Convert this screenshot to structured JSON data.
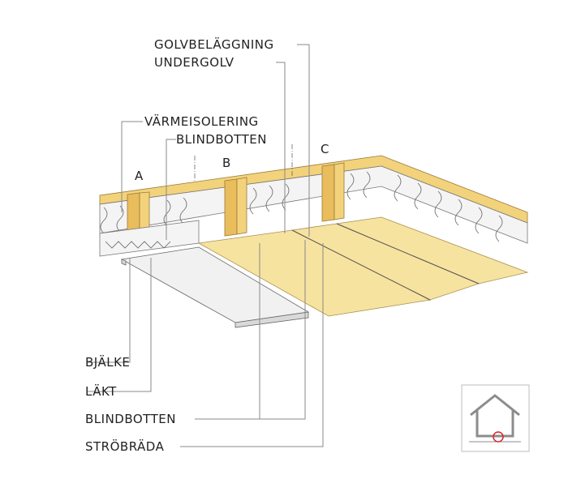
{
  "labels": {
    "golvbelaggning": "GOLVBELÄGGNING",
    "undergolv": "UNDERGOLV",
    "varmeisolering": "VÄRMEISOLERING",
    "blindbotten_top": "BLINDBOTTEN",
    "section_a": "A",
    "section_b": "B",
    "section_c": "C",
    "bjalke": "BJÄLKE",
    "lakt": "LÄKT",
    "blindbotten_bottom": "BLINDBOTTEN",
    "strobrada": "STRÖBRÄDA"
  },
  "colors": {
    "wood": "#f3d27c",
    "floor": "#f7e3a0",
    "insulation": "#f4f4f4",
    "marker": "#d9262b"
  },
  "icons": {
    "house_locator": "house-icon",
    "location_marker": "circle-marker-icon"
  }
}
